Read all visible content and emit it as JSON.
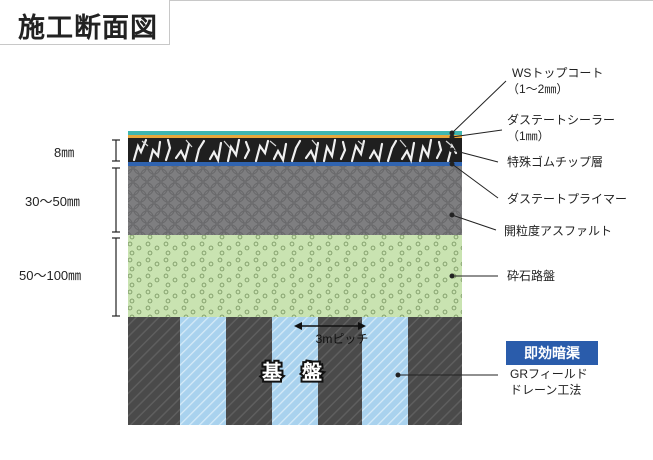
{
  "title": "施工断面図",
  "dimensions": {
    "d1": "8㎜",
    "d2": "30〜50㎜",
    "d3": "50〜100㎜"
  },
  "labels": {
    "topcoat_1": "WSトップコート",
    "topcoat_2": "（1〜2㎜）",
    "sealer_1": "ダステートシーラー",
    "sealer_2": "（1㎜）",
    "rubber_chip": "特殊ゴムチップ層",
    "primer": "ダステートプライマー",
    "asphalt": "開粒度アスファルト",
    "gravel": "砕石路盤",
    "pitch": "3mピッチ",
    "subgrade": "基　盤",
    "drain_badge": "即効暗渠",
    "drain_1": "GRフィールド",
    "drain_2": "ドレーン工法"
  },
  "colors": {
    "topcoat": "#3fb6b0",
    "sealer": "#e8a63a",
    "primer": "#2f63b0",
    "rubber": "#1f1f1f",
    "asphalt": "#7e7e80",
    "gravel": "#c9e3b1",
    "subgrade": "#4a4a4a",
    "drain": "#a9d2ee",
    "badge": "#2a5cab"
  }
}
